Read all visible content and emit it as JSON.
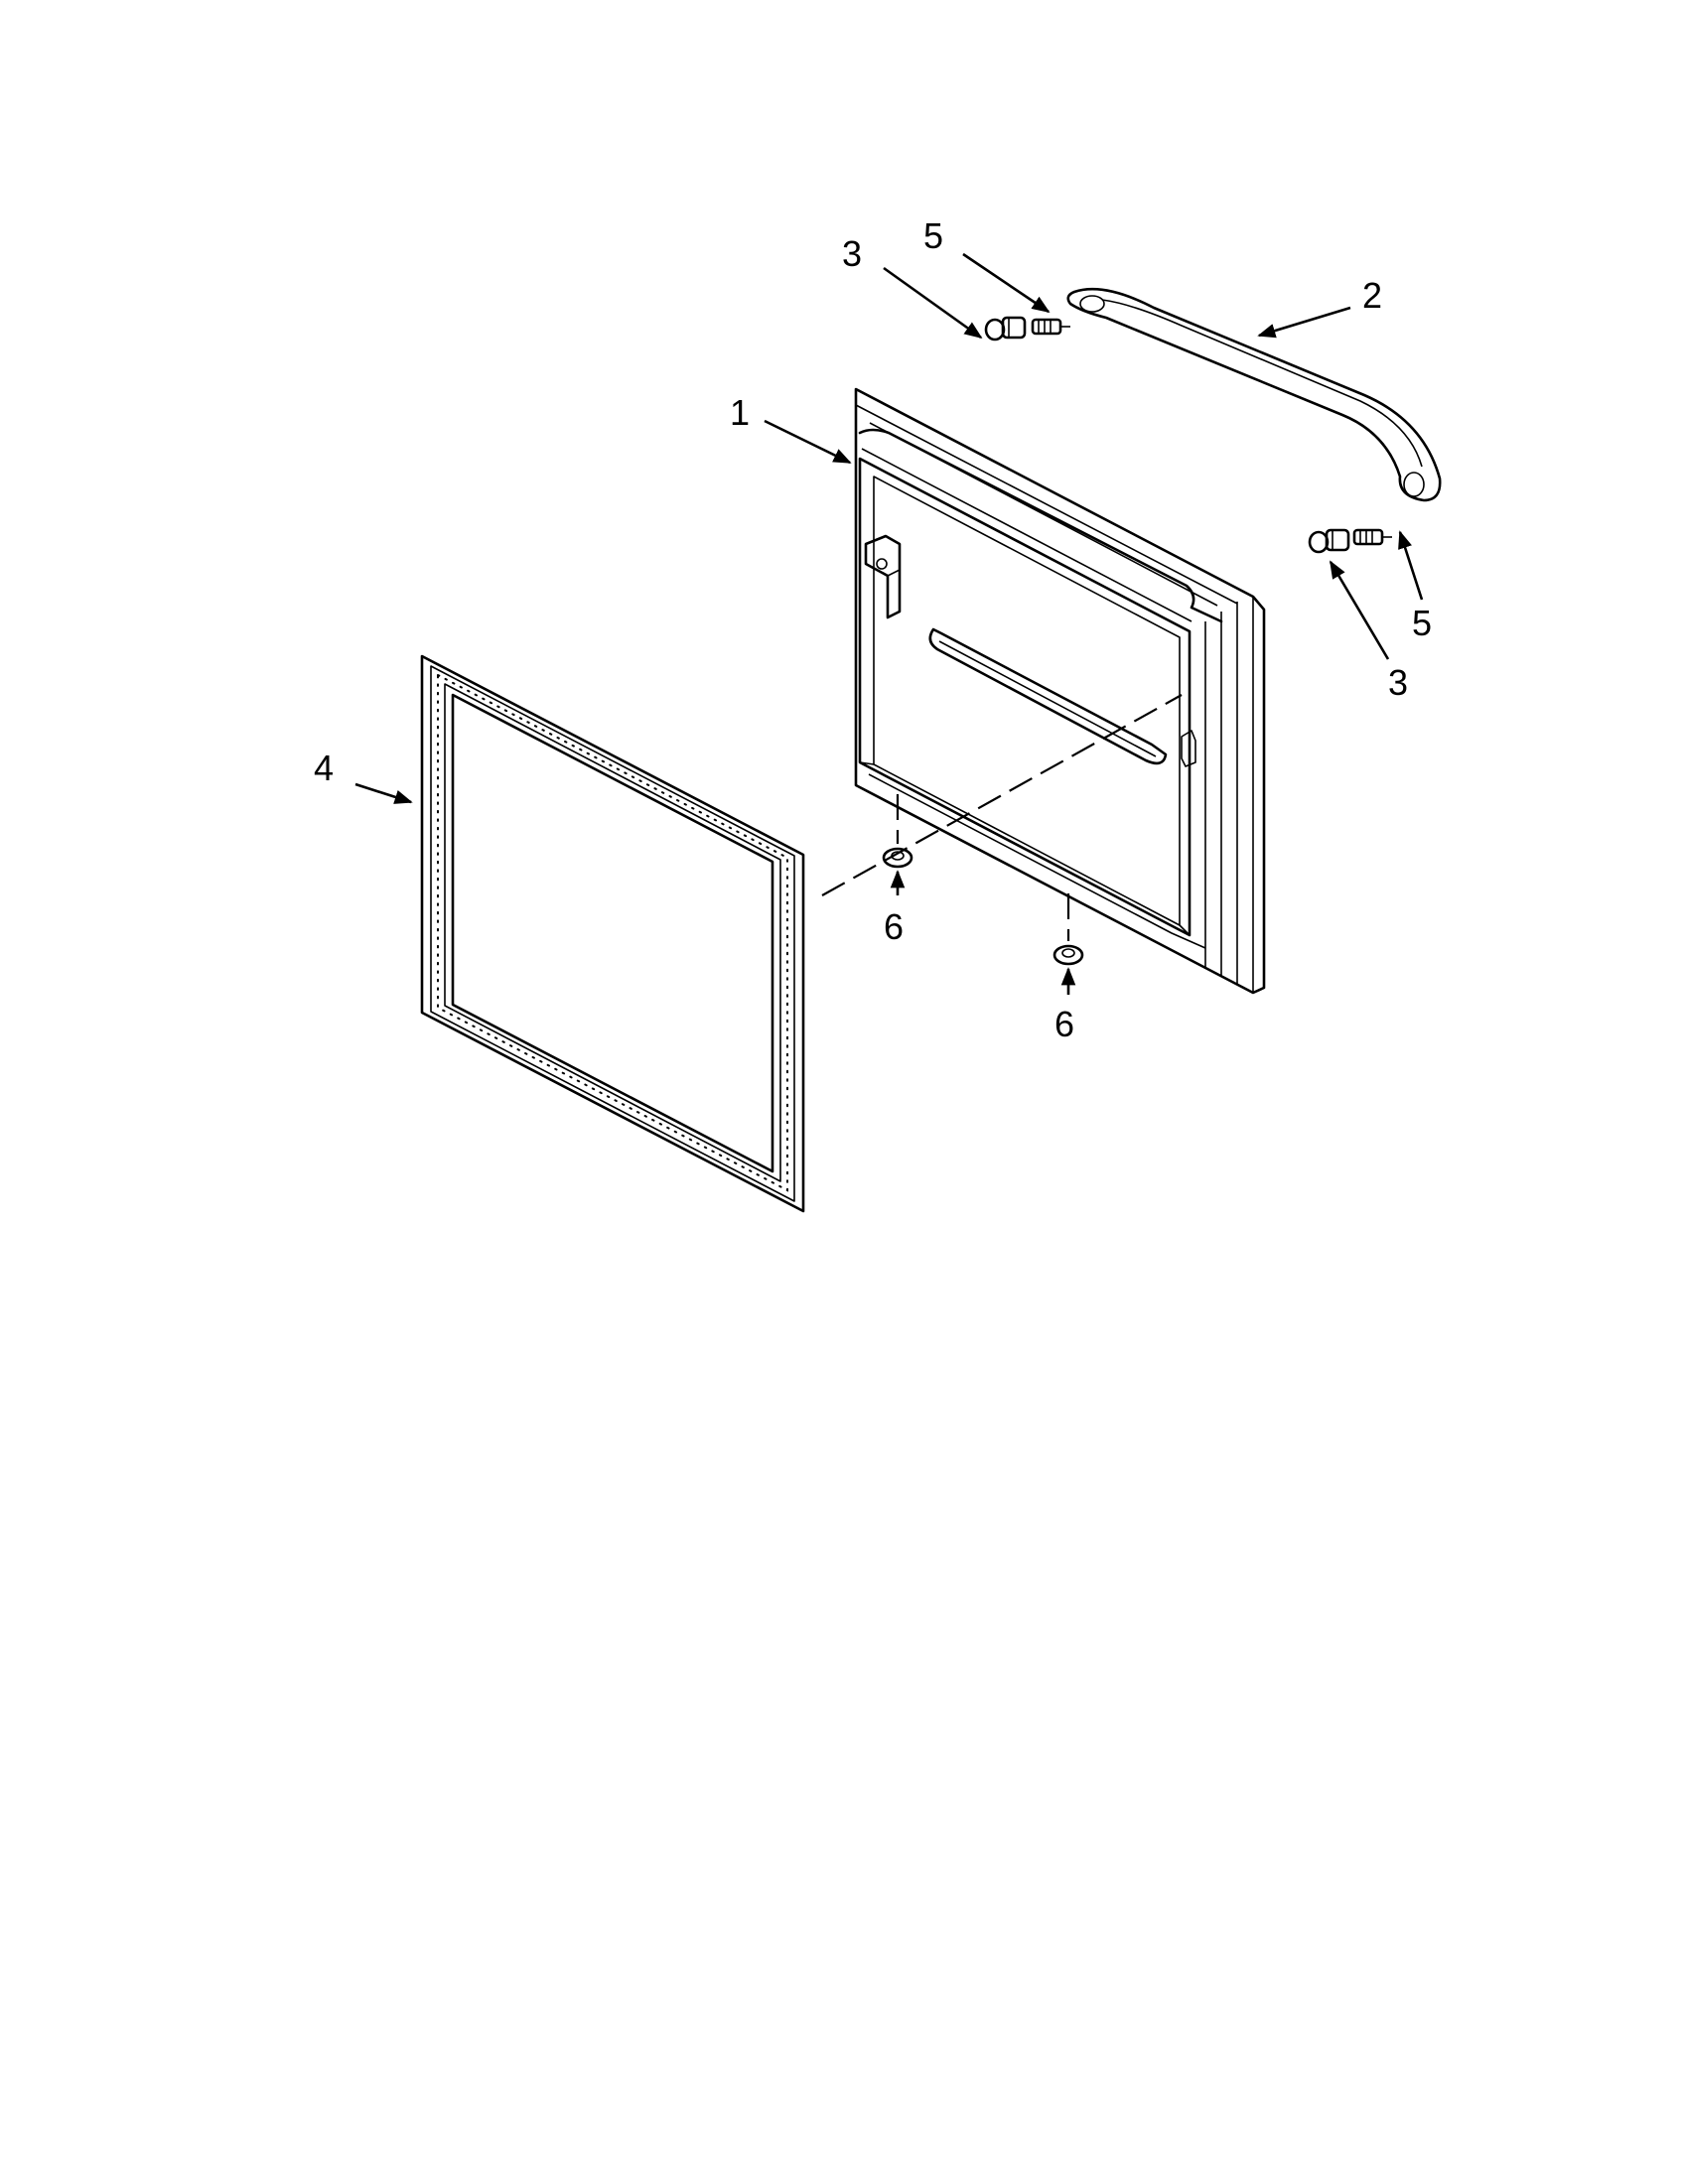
{
  "diagram": {
    "callouts": {
      "door_panel": "1",
      "handle": "2",
      "screw_upper": "3",
      "screw_lower": "3",
      "gasket": "4",
      "spacer_upper": "5",
      "spacer_lower": "5",
      "plug_left": "6",
      "plug_right": "6"
    },
    "line_color": "#000000",
    "background": "#ffffff"
  }
}
